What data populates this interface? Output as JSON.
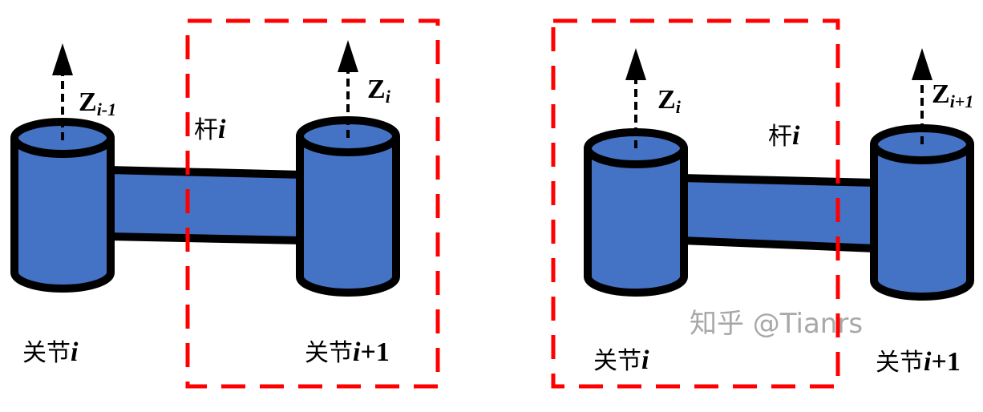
{
  "colors": {
    "body": "#4472c4",
    "outline": "#000000",
    "frame": "#ff0000"
  },
  "left": {
    "axis_prev": {
      "main": "Z",
      "sub": "i-1"
    },
    "axis_cur": {
      "main": "Z",
      "sub": "i"
    },
    "link": {
      "main": "杆",
      "var": "i"
    },
    "joint_a": {
      "main": "关节",
      "var": "i"
    },
    "joint_b": {
      "main": "关节",
      "var": "i",
      "suffix": "+1"
    }
  },
  "right": {
    "axis_cur": {
      "main": "Z",
      "sub": "i"
    },
    "axis_next": {
      "main": "Z",
      "sub": "i+1"
    },
    "link": {
      "main": "杆",
      "var": "i"
    },
    "joint_a": {
      "main": "关节",
      "var": "i"
    },
    "joint_b": {
      "main": "关节",
      "var": "i",
      "suffix": "+1"
    }
  },
  "watermark": "知乎 @Tianrs"
}
